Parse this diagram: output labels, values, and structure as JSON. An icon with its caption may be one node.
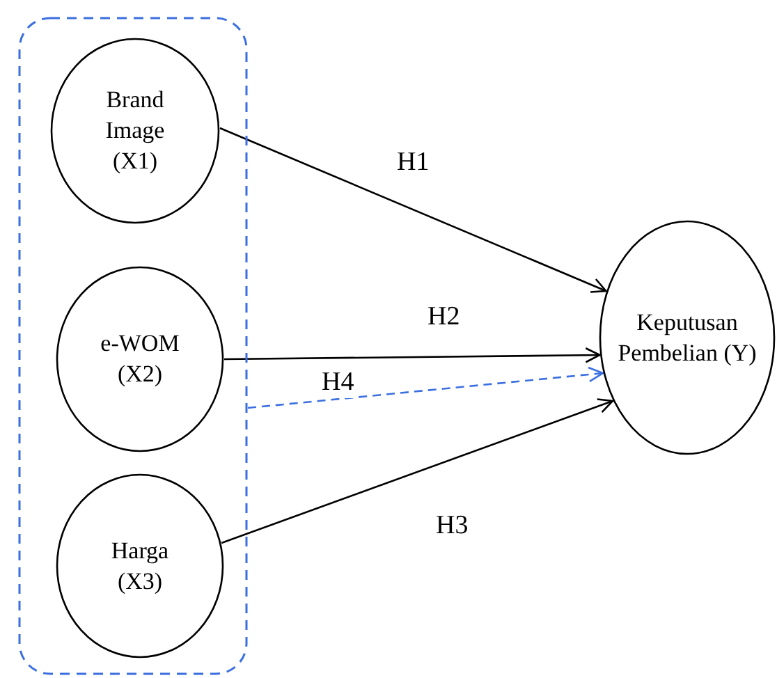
{
  "diagram": {
    "nodes": [
      {
        "text": [],
        "shape": "box"
      },
      {
        "text": [
          "Brand Image (X1)"
        ],
        "in": 0
      },
      {
        "text": [
          "e-WOM (X2)"
        ],
        "in": 0
      },
      {
        "text": [
          "Harga (X3)"
        ],
        "in": 0
      },
      {
        "text": [
          "Keputusan Pembelian (Y)"
        ]
      }
    ],
    "edges": [
      {
        "from": 1,
        "to": 4,
        "arrow": "to",
        "label": "H1"
      },
      {
        "from": 2,
        "to": 4,
        "arrow": "to",
        "label": "H2"
      },
      {
        "from": 3,
        "to": 4,
        "arrow": "to",
        "label": "H3"
      },
      {
        "from": 0,
        "to": 4,
        "arrow": "to",
        "label": "H4",
        "style": "dashed",
        "color": "#3b6fe0"
      }
    ]
  }
}
